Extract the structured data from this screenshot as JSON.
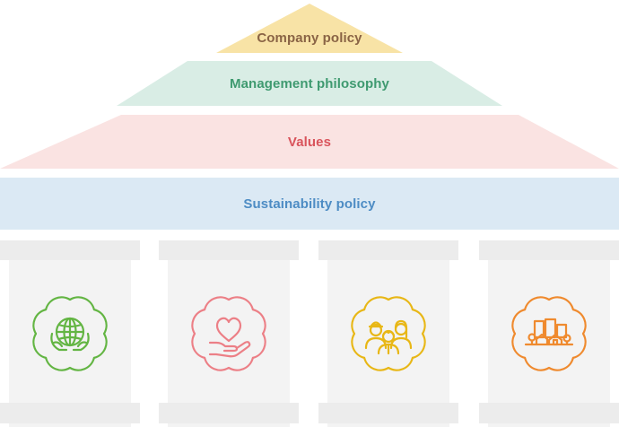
{
  "tiers": {
    "company_policy": {
      "label": "Company policy",
      "fill": "#f8e3a6",
      "text_color": "#8a6445"
    },
    "management_philosophy": {
      "label": "Management philosophy",
      "fill": "#d9ede5",
      "text_color": "#3f9a70"
    },
    "values": {
      "label": "Values",
      "fill": "#fae3e2",
      "text_color": "#d9545c"
    },
    "sustainability_policy": {
      "label": "Sustainability policy",
      "fill": "#dbe9f4",
      "text_color": "#4d8cc4"
    }
  },
  "pillars": [
    {
      "icon": "globe-hands-icon",
      "color": "#63b543"
    },
    {
      "icon": "heart-hand-icon",
      "color": "#ec7f86"
    },
    {
      "icon": "people-icon",
      "color": "#e8b716"
    },
    {
      "icon": "city-icon",
      "color": "#ef8a2e"
    }
  ]
}
